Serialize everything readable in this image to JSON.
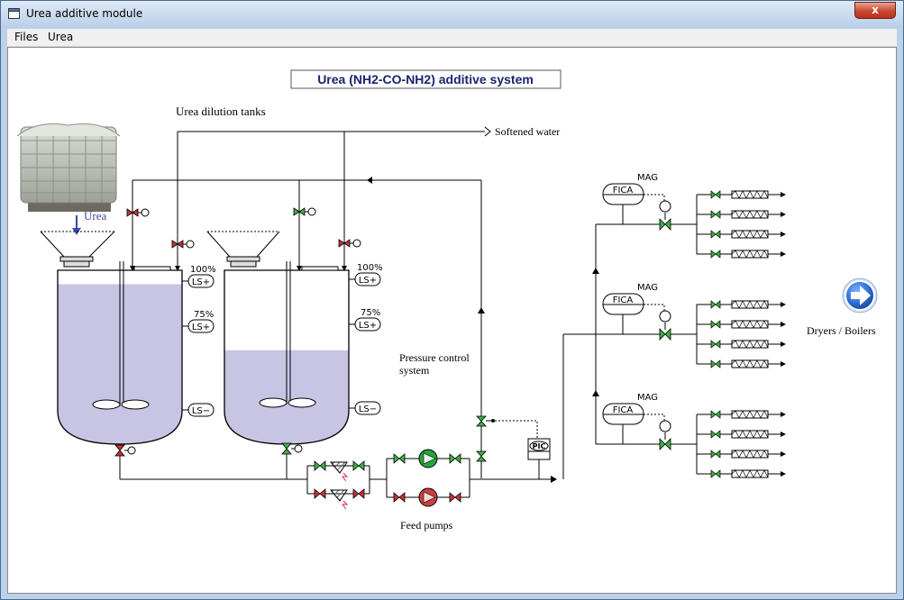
{
  "window": {
    "title": "Urea additive module",
    "close_symbol": "x"
  },
  "menu": {
    "items": [
      "Files",
      "Urea"
    ]
  },
  "diagram": {
    "title": "Urea (NH2-CO-NH2) additive system",
    "tanks_label": "Urea dilution tanks",
    "urea_label": "Urea",
    "softened_water_label": "Softened water",
    "pressure_control_line1": "Pressure control",
    "pressure_control_line2": "system",
    "feed_pumps_label": "Feed pumps",
    "outlet_label": "Dryers / Boilers",
    "level_pct_high": "100%",
    "level_pct_mid": "75%",
    "ls_high": "LS+",
    "ls_low": "LS−",
    "pic_label": "PIC",
    "fica_label": "FICA",
    "mag_label": "MAG",
    "tank_levels": [
      0.92,
      0.54
    ],
    "colors": {
      "liquid": "#c8c4e4",
      "valve_green": "#3cb043",
      "valve_red": "#c83038",
      "pump_green": "#22a63a",
      "pump_red": "#cf3e3e",
      "title_blue": "#1a2370",
      "arrow_blue": "#2d6fd6"
    }
  }
}
